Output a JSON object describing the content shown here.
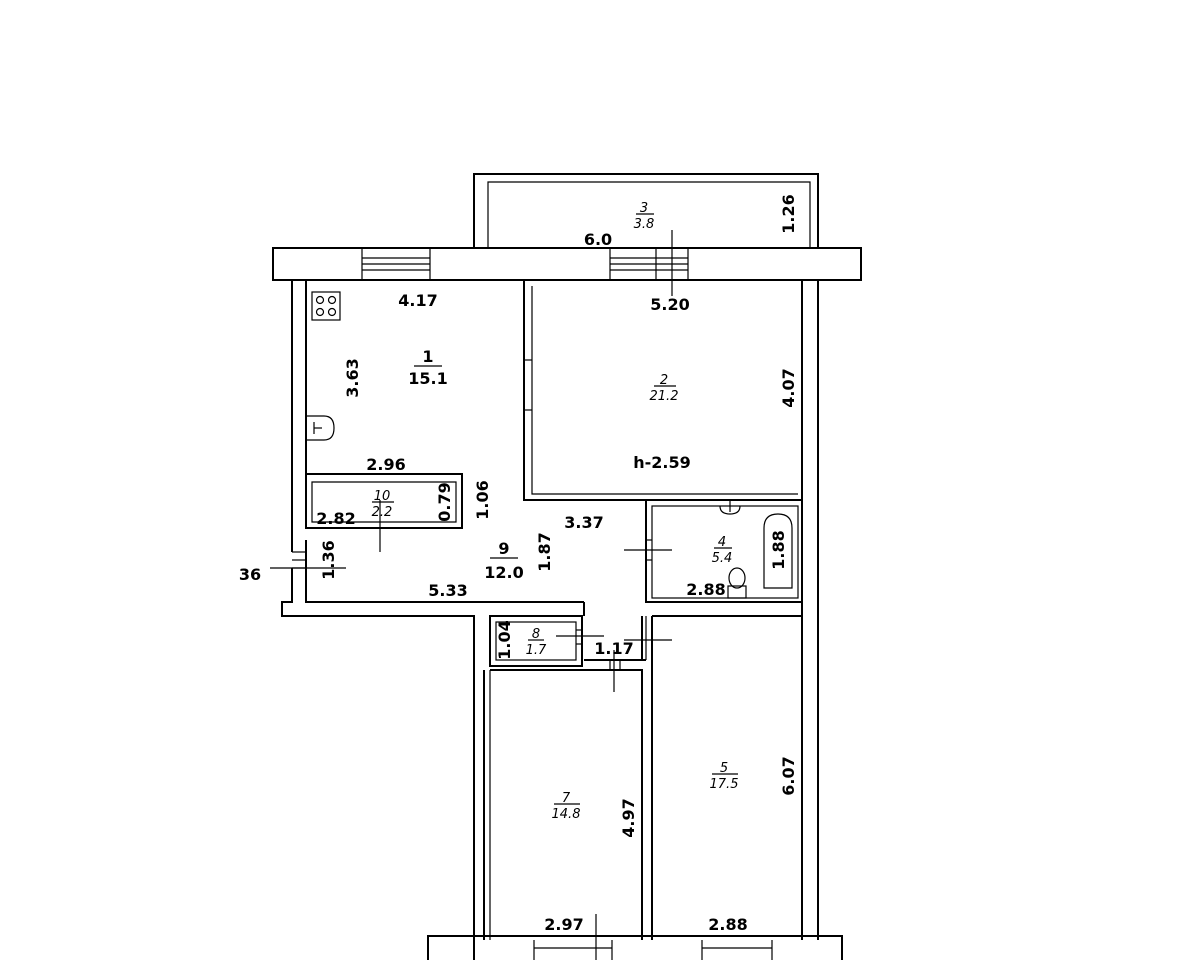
{
  "rooms": [
    {
      "id": "1",
      "area": "15.1"
    },
    {
      "id": "2",
      "area": "21.2"
    },
    {
      "id": "3",
      "area": "3.8"
    },
    {
      "id": "4",
      "area": "5.4"
    },
    {
      "id": "5",
      "area": "17.5"
    },
    {
      "id": "7",
      "area": "14.8"
    },
    {
      "id": "8",
      "area": "1.7"
    },
    {
      "id": "9",
      "area": "12.0"
    },
    {
      "id": "10",
      "area": "2.2"
    }
  ],
  "dimensions": {
    "balcony_len": "6.0",
    "balcony_depth": "1.26",
    "r1_width": "4.17",
    "r1_height": "3.63",
    "r1_bottom": "2.96",
    "r2_width": "5.20",
    "r2_height": "4.07",
    "ceiling_height": "h-2.59",
    "r10_width": "2.82",
    "r10_depth": "0.79",
    "hall_depth_a": "1.06",
    "hall_depth_b": "1.87",
    "hall_width_a": "3.37",
    "hall_width_b": "5.33",
    "entry_depth": "1.36",
    "entry_side": "36",
    "bath_depth": "1.88",
    "bath_width": "2.88",
    "r8_depth": "1.04",
    "corridor_width": "1.17",
    "r7_height": "4.97",
    "r7_width": "2.97",
    "r5_height": "6.07",
    "r5_width": "2.88"
  }
}
